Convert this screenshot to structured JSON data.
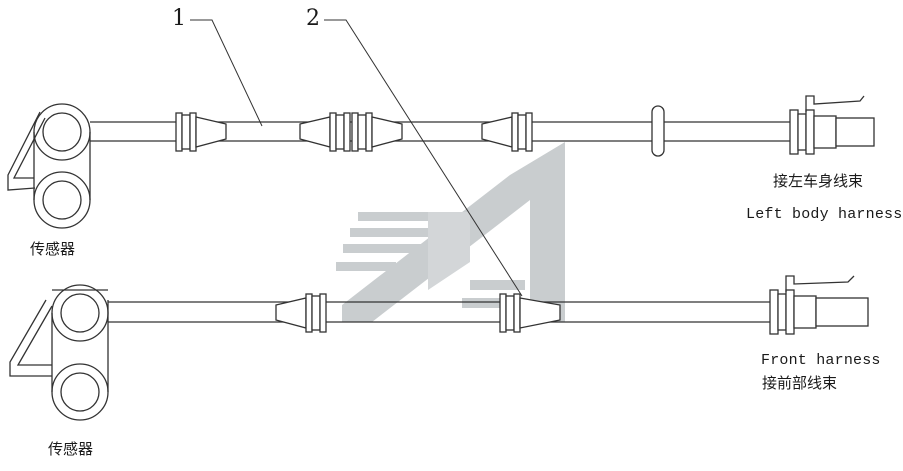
{
  "callouts": {
    "one": "1",
    "two": "2"
  },
  "labels": {
    "sensor_top": "传感器",
    "sensor_bottom": "传感器",
    "left_body_cn": "接左车身线束",
    "left_body_en": "Left body harness",
    "front_en": "Front harness",
    "front_cn": "接前部线束"
  },
  "colors": {
    "line": "#333333",
    "watermark": "#c9cdcf"
  }
}
